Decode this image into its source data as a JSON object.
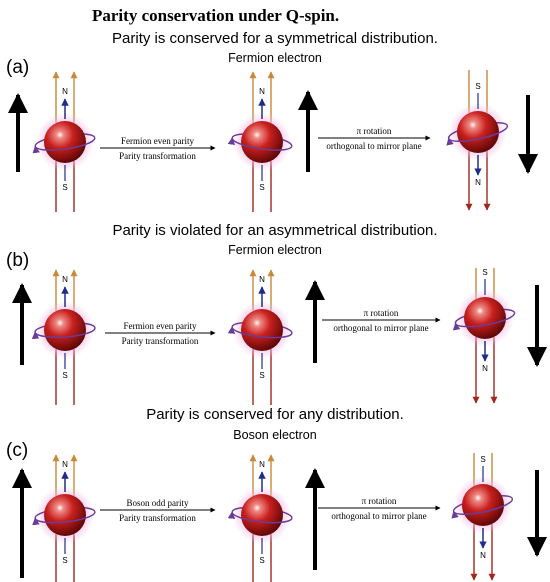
{
  "title": "Parity conservation under Q-spin.",
  "panels": [
    {
      "label": "(a)",
      "heading": "Parity is conserved for a symmetrical distribution.",
      "subheading": "Fermion electron",
      "transform1_line1": "Fermion even parity",
      "transform1_line2": "Parity transformation",
      "transform2_line1": "π rotation",
      "transform2_line2": "orthogonal to mirror plane",
      "spheres": [
        {
          "top_pole": "N",
          "bottom_pole": "S"
        },
        {
          "top_pole": "N",
          "bottom_pole": "S"
        },
        {
          "top_pole": "S",
          "bottom_pole": "N"
        }
      ]
    },
    {
      "label": "(b)",
      "heading": "Parity is violated for an asymmetrical distribution.",
      "subheading": "Fermion electron",
      "transform1_line1": "Fermion even parity",
      "transform1_line2": "Parity transformation",
      "transform2_line1": "π rotation",
      "transform2_line2": "orthogonal to mirror plane",
      "spheres": [
        {
          "top_pole": "N",
          "bottom_pole": "S"
        },
        {
          "top_pole": "N",
          "bottom_pole": "S"
        },
        {
          "top_pole": "S",
          "bottom_pole": "N"
        }
      ]
    },
    {
      "label": "(c)",
      "heading": "Parity is conserved for any distribution.",
      "subheading": "Boson electron",
      "transform1_line1": "Boson odd parity",
      "transform1_line2": "Parity transformation",
      "transform2_line1": "π rotation",
      "transform2_line2": "orthogonal to mirror plane",
      "spheres": [
        {
          "top_pole": "N",
          "bottom_pole": "S"
        },
        {
          "top_pole": "N",
          "bottom_pole": "S"
        },
        {
          "top_pole": "S",
          "bottom_pole": "N"
        }
      ]
    }
  ],
  "colors": {
    "sphere": "#c8201e",
    "ring": "#6a3c9a",
    "pole_arrow": "#1f2d8a",
    "field_line_light": "#c88a3a",
    "field_line_dark": "#a0281e",
    "glow": "#f3b8e6"
  }
}
